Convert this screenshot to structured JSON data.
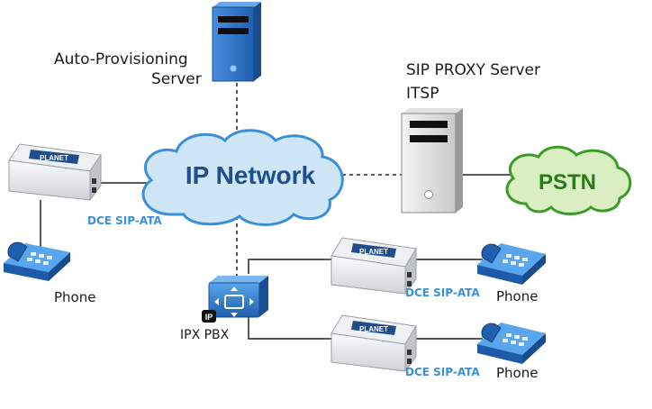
{
  "labels": {
    "auto_prov_line1": "Auto-Provisioning",
    "auto_prov_line2": "Server",
    "sip_proxy_line1": "SIP PROXY Server",
    "sip_proxy_line2": "ITSP",
    "ip_network": "IP Network",
    "pstn": "PSTN",
    "dce_left": "DCE SIP-ATA",
    "phone_left": "Phone",
    "ipx_pbx": "IPX PBX",
    "pbx_badge": "IP",
    "dce_mid": "DCE SIP-ATA",
    "phone_mid": "Phone",
    "dce_bottom": "DCE SIP-ATA",
    "phone_bottom": "Phone",
    "ata_brand": "PLANET"
  },
  "colors": {
    "cloud_fill": "#cfe6f7",
    "cloud_stroke": "#3a8fd8",
    "ip_network_text": "#1f4e8c",
    "pstn_fill": "#d9efc2",
    "pstn_stroke": "#3c9a28",
    "pstn_text": "#2a7a1a",
    "server_blue": "#2f6fc0",
    "phone_blue": "#2d7bd0",
    "dce_label": "#3a8fd8"
  }
}
